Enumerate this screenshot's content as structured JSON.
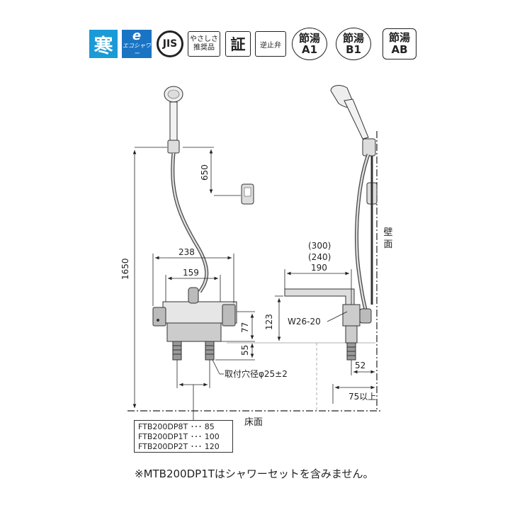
{
  "badges": {
    "kan": "寒",
    "eco_top": "e",
    "eco_bottom": "エコシャワー",
    "jis": "JIS",
    "yasashisa": [
      "やさしさ",
      "推奨品"
    ],
    "sho": "証",
    "gyakushiben": "逆止弁",
    "a1": [
      "節湯",
      "A1"
    ],
    "b1": [
      "節湯",
      "B1"
    ],
    "ab": [
      "節湯",
      "AB"
    ]
  },
  "dims": {
    "h1650": "1650",
    "h650": "650",
    "w238": "238",
    "w159": "159",
    "h77": "77",
    "h55": "55",
    "h123": "123",
    "d300": "(300)",
    "d240": "(240)",
    "d190": "190",
    "w26": "W26-20",
    "d52": "52",
    "d75": "75以上",
    "hole": "取付穴径φ25±2"
  },
  "labels": {
    "floor": "床面",
    "wall": "壁面"
  },
  "legend": [
    "FTB200DP8T ･･･ 85",
    "FTB200DP1T ･･･ 100",
    "FTB200DP2T ･･･ 120"
  ],
  "note": "※MTB200DP1Tはシャワーセットを含みません。"
}
